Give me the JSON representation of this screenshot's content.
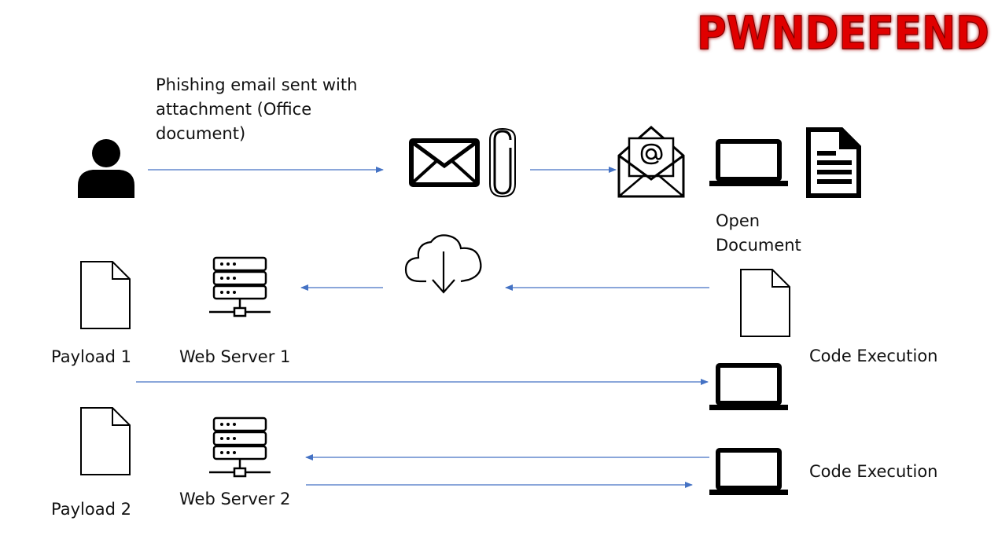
{
  "brand": {
    "logo_text": "PWNDEFEND",
    "logo_color": "#e00000"
  },
  "colors": {
    "arrow": "#4472c4",
    "icon": "#000000"
  },
  "labels": {
    "phishing_email": "Phishing email sent with attachment (Office document)",
    "open_document": "Open Document",
    "payload_1": "Payload 1",
    "web_server_1": "Web Server 1",
    "payload_2": "Payload 2",
    "web_server_2": "Web Server 2",
    "code_execution_1": "Code Execution",
    "code_execution_2": "Code Execution"
  },
  "icons": {
    "attacker": "person-icon",
    "email": "envelope-icon",
    "attachment": "paperclip-icon",
    "received_email": "open-envelope-at-icon",
    "victim_laptop": "laptop-icon",
    "office_document": "text-document-icon",
    "cloud_download": "cloud-download-icon",
    "downloaded_file": "file-icon",
    "payload_1": "file-icon",
    "payload_2": "file-icon",
    "web_server_1": "server-icon",
    "web_server_2": "server-icon",
    "code_exec_laptop_1": "laptop-icon",
    "code_exec_laptop_2": "laptop-icon"
  }
}
